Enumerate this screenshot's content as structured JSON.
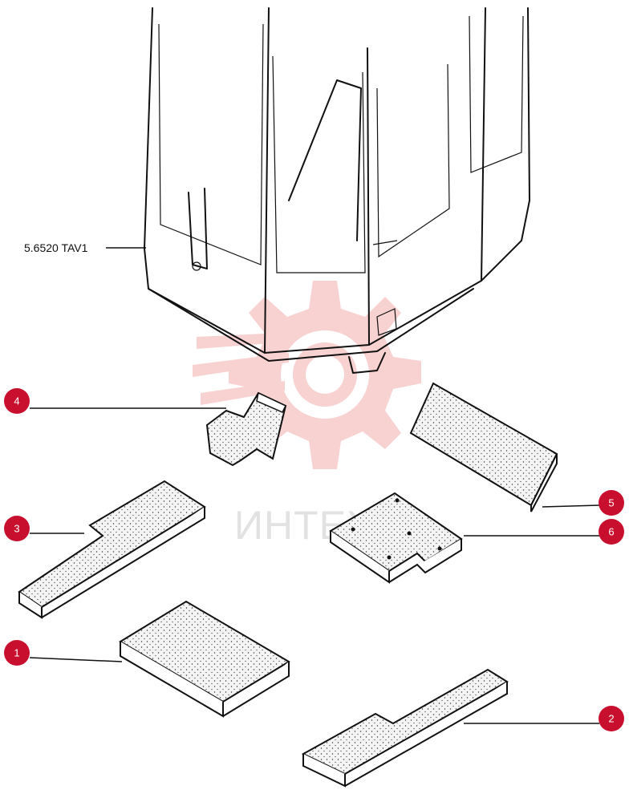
{
  "diagram": {
    "reference_label": "5.6520 TAV1",
    "watermark_text": "ИНТЕХ",
    "callouts": [
      {
        "id": "c1",
        "label": "1"
      },
      {
        "id": "c2",
        "label": "2"
      },
      {
        "id": "c3",
        "label": "3"
      },
      {
        "id": "c4",
        "label": "4"
      },
      {
        "id": "c5",
        "label": "5"
      },
      {
        "id": "c6",
        "label": "6"
      }
    ],
    "colors": {
      "callout_fill": "#c8102e",
      "watermark_gear": "#f5b7b7",
      "line": "#111111",
      "foam_fill": "#f2f2f2"
    }
  }
}
